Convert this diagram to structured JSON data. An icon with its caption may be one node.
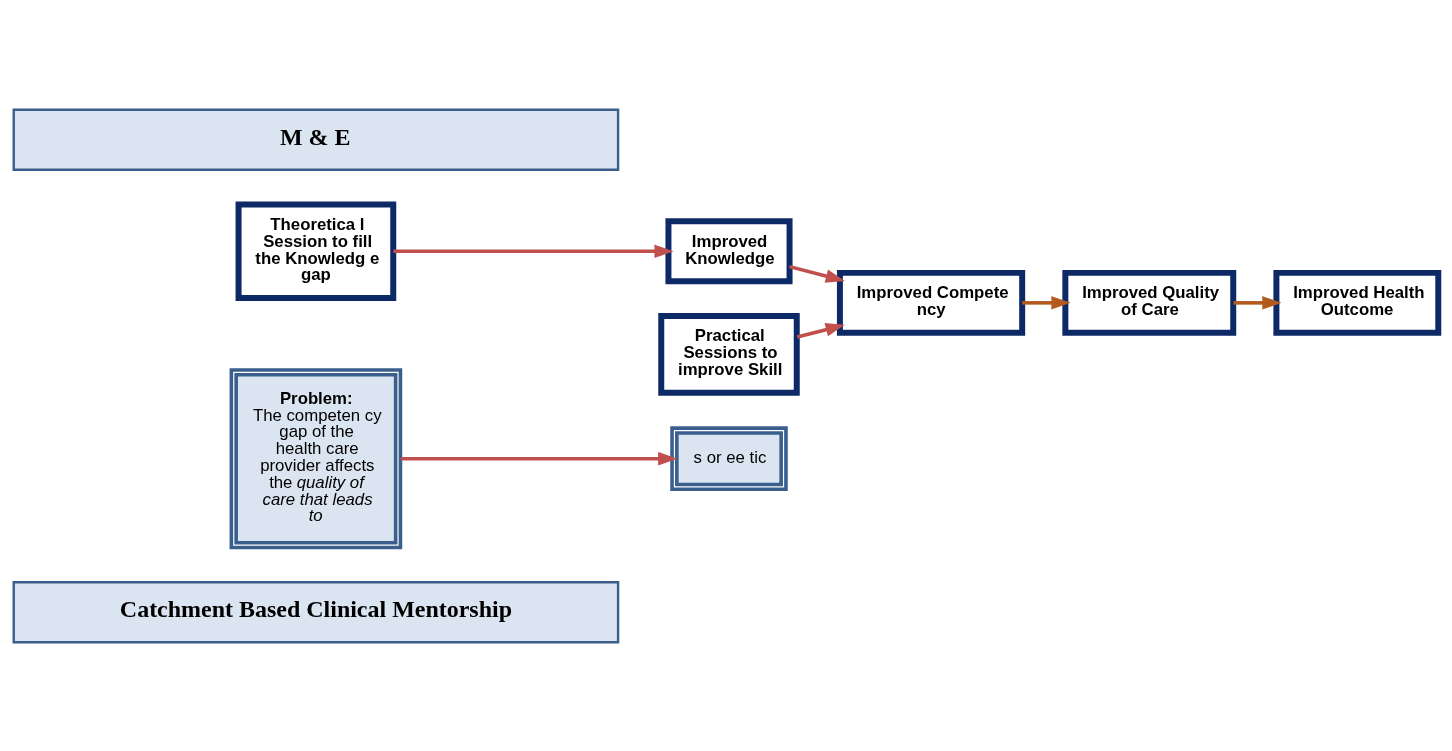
{
  "diagram": {
    "nodes": [
      {
        "text": [
          "Catchment Based Clinical Mentorship"
        ]
      },
      {
        "text": [
          "s or ee tic"
        ]
      },
      {
        "text": [
          "Problem:",
          "The competen cy gap of the health care provider affects the *quality of care that leads to*"
        ]
      },
      {
        "text": [
          "Theoretica l Session to fill the Knowledg e gap"
        ]
      },
      {
        "text": [
          "Practical Sessions to improve Skill"
        ]
      },
      {
        "text": [
          "Improved Knowledge"
        ]
      },
      {
        "text": [
          "Improved Compete ncy"
        ]
      },
      {
        "text": [
          "Improved Quality of Care"
        ]
      },
      {
        "text": [
          "Improved Health Outcome"
        ]
      },
      {
        "text": [
          "M & E"
        ]
      }
    ],
    "edges": [
      {
        "from": 2,
        "to": 1,
        "arrow": "to"
      },
      {
        "from": 3,
        "to": 5,
        "arrow": "to"
      },
      {
        "from": 4,
        "to": 6,
        "arrow": "to"
      },
      {
        "from": 5,
        "to": 6,
        "arrow": "to"
      },
      {
        "from": 6,
        "to": 7,
        "arrow": "to",
        "color": "#b35a1f"
      },
      {
        "from": 7,
        "to": 8,
        "arrow": "to",
        "color": "#b35a1f"
      }
    ]
  }
}
